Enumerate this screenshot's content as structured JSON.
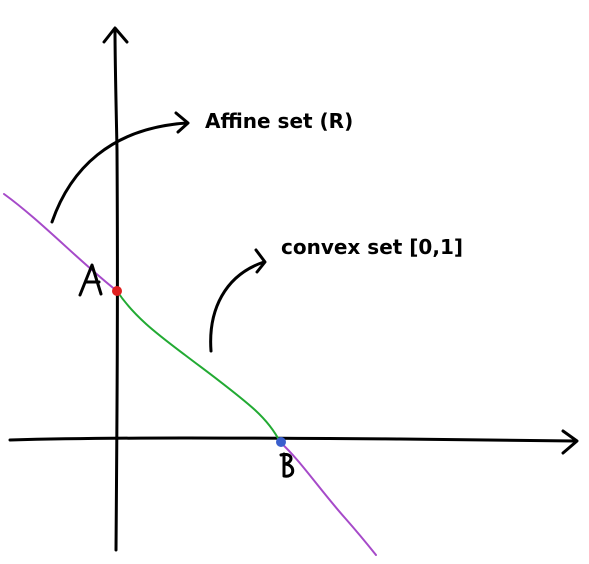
{
  "labels": {
    "affine_set": "Affine set (R)",
    "convex_set": "convex set [0,1]",
    "point_a": "A",
    "point_b": "B"
  },
  "colors": {
    "axis": "#000000",
    "affine_line": "#a64ac9",
    "convex_segment": "#22aa33",
    "point_a": "#e02020",
    "point_b": "#3a5fcd",
    "annotation_arrow": "#000000"
  },
  "icons": {
    "axis_arrowheads": "chevron-arrowhead",
    "annotation_arrows": "curved-arrow-icon"
  }
}
